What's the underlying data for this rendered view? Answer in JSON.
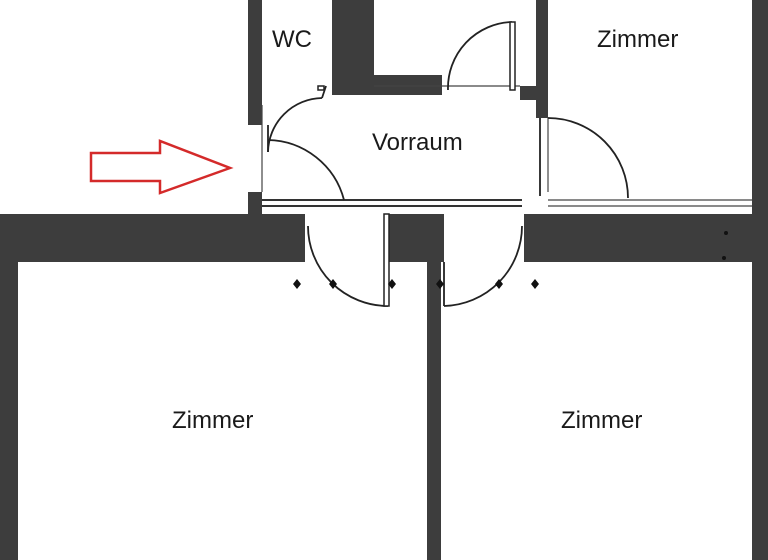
{
  "rooms": {
    "wc": "WC",
    "zimmer_top_right": "Zimmer",
    "vorraum": "Vorraum",
    "zimmer_bottom_left": "Zimmer",
    "zimmer_bottom_right": "Zimmer"
  },
  "icons": {
    "entrance_arrow": "entrance-arrow-icon"
  },
  "colors": {
    "wall": "#3d3d3d",
    "arrow": "#d42a2a",
    "background": "#ffffff"
  }
}
